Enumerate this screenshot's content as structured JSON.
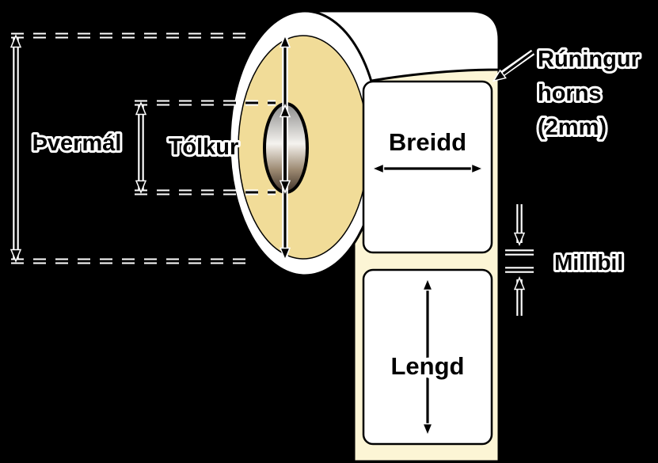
{
  "colors": {
    "background": "#000000",
    "white": "#ffffff",
    "roll_face": "#f1dc98",
    "liner": "#fcf5d5",
    "line": "#000000",
    "halo": "#ffffff",
    "core_top": "#8a8a8a",
    "core_mid": "#f5f3ef",
    "core_lower": "#9b8870",
    "core_bottom": "#3f3228"
  },
  "annotations": {
    "diameter": "Þvermál",
    "core": "Tólkur",
    "width": "Breidd",
    "length": "Lengd",
    "gap": "Millibil",
    "corner_l1": "Rúningur",
    "corner_l2": "horns",
    "corner_l3": "(2mm)"
  }
}
